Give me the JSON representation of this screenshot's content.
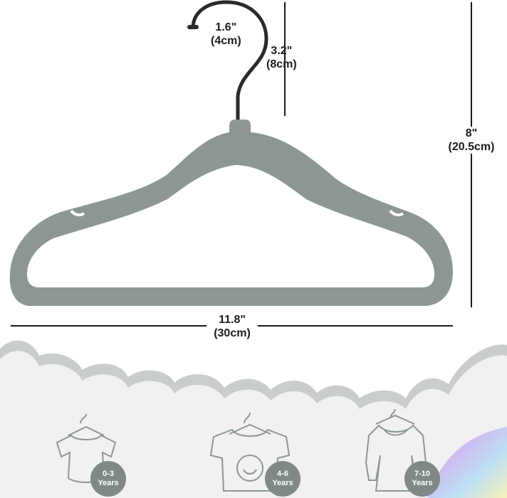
{
  "dimensions": {
    "hook_width": {
      "imperial": "1.6\"",
      "metric": "(4cm)"
    },
    "hook_height": {
      "imperial": "3.2\"",
      "metric": "(8cm)"
    },
    "total_height": {
      "imperial": "8\"",
      "metric": "(20.5cm)"
    },
    "total_width": {
      "imperial": "11.8\"",
      "metric": "(30cm)"
    }
  },
  "age_groups": [
    {
      "range": "0-3",
      "unit": "Years",
      "garment": "bodysuit-icon"
    },
    {
      "range": "4-6",
      "unit": "Years",
      "garment": "tshirt-icon"
    },
    {
      "range": "7-10",
      "unit": "Years",
      "garment": "dress-icon"
    }
  ],
  "colors": {
    "hanger_velvet": "#8c9795",
    "hook": "#2a2a2a",
    "cloud": "#f1f1f1",
    "cloud_shadow": "#c9cecd",
    "badge": "#7f8988"
  }
}
